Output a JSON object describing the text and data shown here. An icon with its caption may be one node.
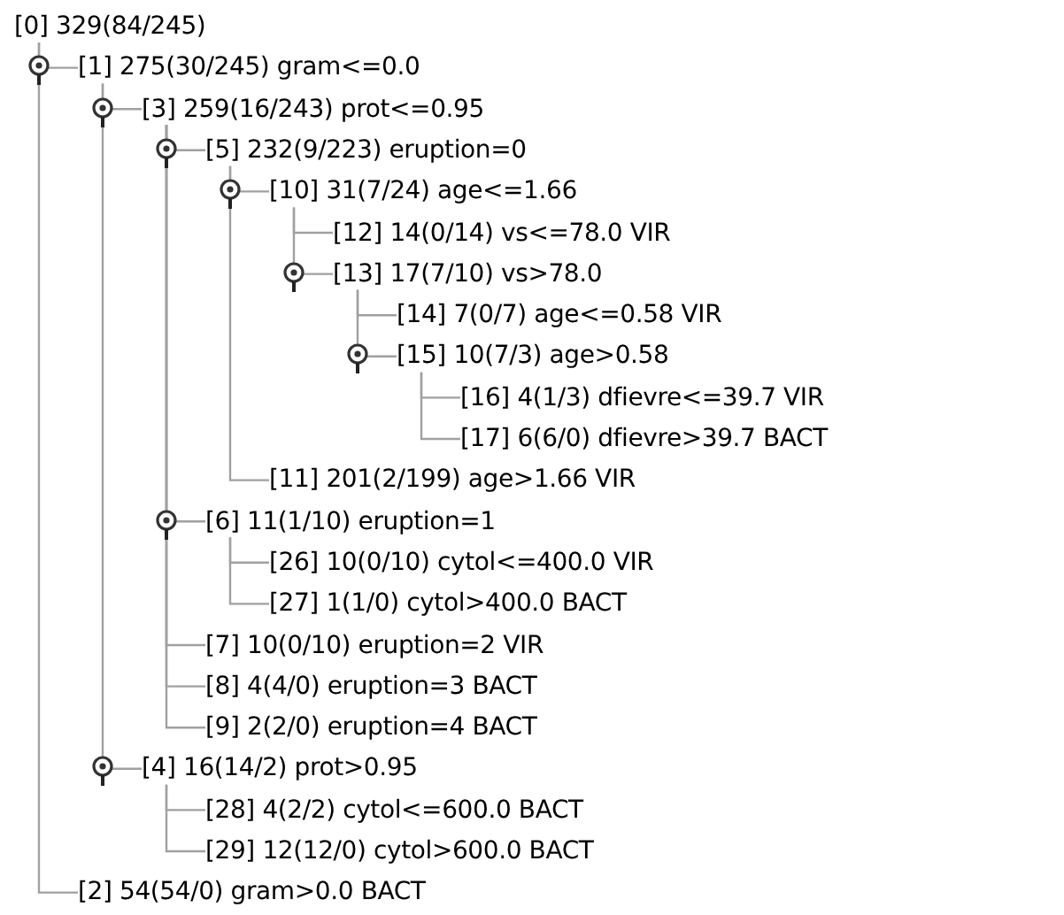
{
  "diagram": {
    "nodes": [
      {
        "text": [
          "[0] 329(84/245)"
        ]
      },
      {
        "text": [
          "[1] 275(30/245) gram<=0.0"
        ]
      },
      {
        "text": [
          "[3] 259(16/243) prot<=0.95"
        ]
      },
      {
        "text": [
          "[5] 232(9/223) eruption=0"
        ]
      },
      {
        "text": [
          "[10] 31(7/24) age<=1.66"
        ]
      },
      {
        "text": [
          "[12] 14(0/14) vs<=78.0 VIR"
        ]
      },
      {
        "text": [
          "[13] 17(7/10) vs>78.0"
        ]
      },
      {
        "text": [
          "[14] 7(0/7) age<=0.58 VIR"
        ]
      },
      {
        "text": [
          "[15] 10(7/3) age>0.58"
        ]
      },
      {
        "text": [
          "[16] 4(1/3) dfievre<=39.7 VIR"
        ]
      },
      {
        "text": [
          "[17] 6(6/0) dfievre>39.7 BACT"
        ]
      },
      {
        "text": [
          "[11] 201(2/199) age>1.66 VIR"
        ]
      },
      {
        "text": [
          "[6] 11(1/10) eruption=1"
        ]
      },
      {
        "text": [
          "[26] 10(0/10) cytol<=400.0 VIR"
        ]
      },
      {
        "text": [
          "[27] 1(1/0) cytol>400.0 BACT"
        ]
      },
      {
        "text": [
          "[7] 10(0/10) eruption=2 VIR"
        ]
      },
      {
        "text": [
          "[8] 4(4/0) eruption=3 BACT"
        ]
      },
      {
        "text": [
          "[9] 2(2/0) eruption=4 BACT"
        ]
      },
      {
        "text": [
          "[4] 16(14/2) prot>0.95"
        ]
      },
      {
        "text": [
          "[28] 4(2/2) cytol<=600.0 BACT"
        ]
      },
      {
        "text": [
          "[29] 12(12/0) cytol>600.0 BACT"
        ]
      },
      {
        "text": [
          "[2] 54(54/0) gram>0.0 BACT"
        ]
      }
    ],
    "edges": [
      {
        "from": 0,
        "to": 1,
        "arrow": "none"
      },
      {
        "from": 1,
        "to": 2,
        "arrow": "none"
      },
      {
        "from": 2,
        "to": 3,
        "arrow": "none"
      },
      {
        "from": 3,
        "to": 4,
        "arrow": "none"
      },
      {
        "from": 4,
        "to": 5,
        "arrow": "none"
      },
      {
        "from": 4,
        "to": 6,
        "arrow": "none"
      },
      {
        "from": 6,
        "to": 7,
        "arrow": "none"
      },
      {
        "from": 6,
        "to": 8,
        "arrow": "none"
      },
      {
        "from": 8,
        "to": 9,
        "arrow": "none"
      },
      {
        "from": 8,
        "to": 10,
        "arrow": "none"
      },
      {
        "from": 3,
        "to": 11,
        "arrow": "none"
      },
      {
        "from": 2,
        "to": 12,
        "arrow": "none"
      },
      {
        "from": 12,
        "to": 13,
        "arrow": "none"
      },
      {
        "from": 12,
        "to": 14,
        "arrow": "none"
      },
      {
        "from": 2,
        "to": 15,
        "arrow": "none"
      },
      {
        "from": 2,
        "to": 16,
        "arrow": "none"
      },
      {
        "from": 2,
        "to": 17,
        "arrow": "none"
      },
      {
        "from": 1,
        "to": 18,
        "arrow": "none"
      },
      {
        "from": 18,
        "to": 19,
        "arrow": "none"
      },
      {
        "from": 18,
        "to": 20,
        "arrow": "none"
      },
      {
        "from": 0,
        "to": 21,
        "arrow": "none"
      }
    ]
  }
}
